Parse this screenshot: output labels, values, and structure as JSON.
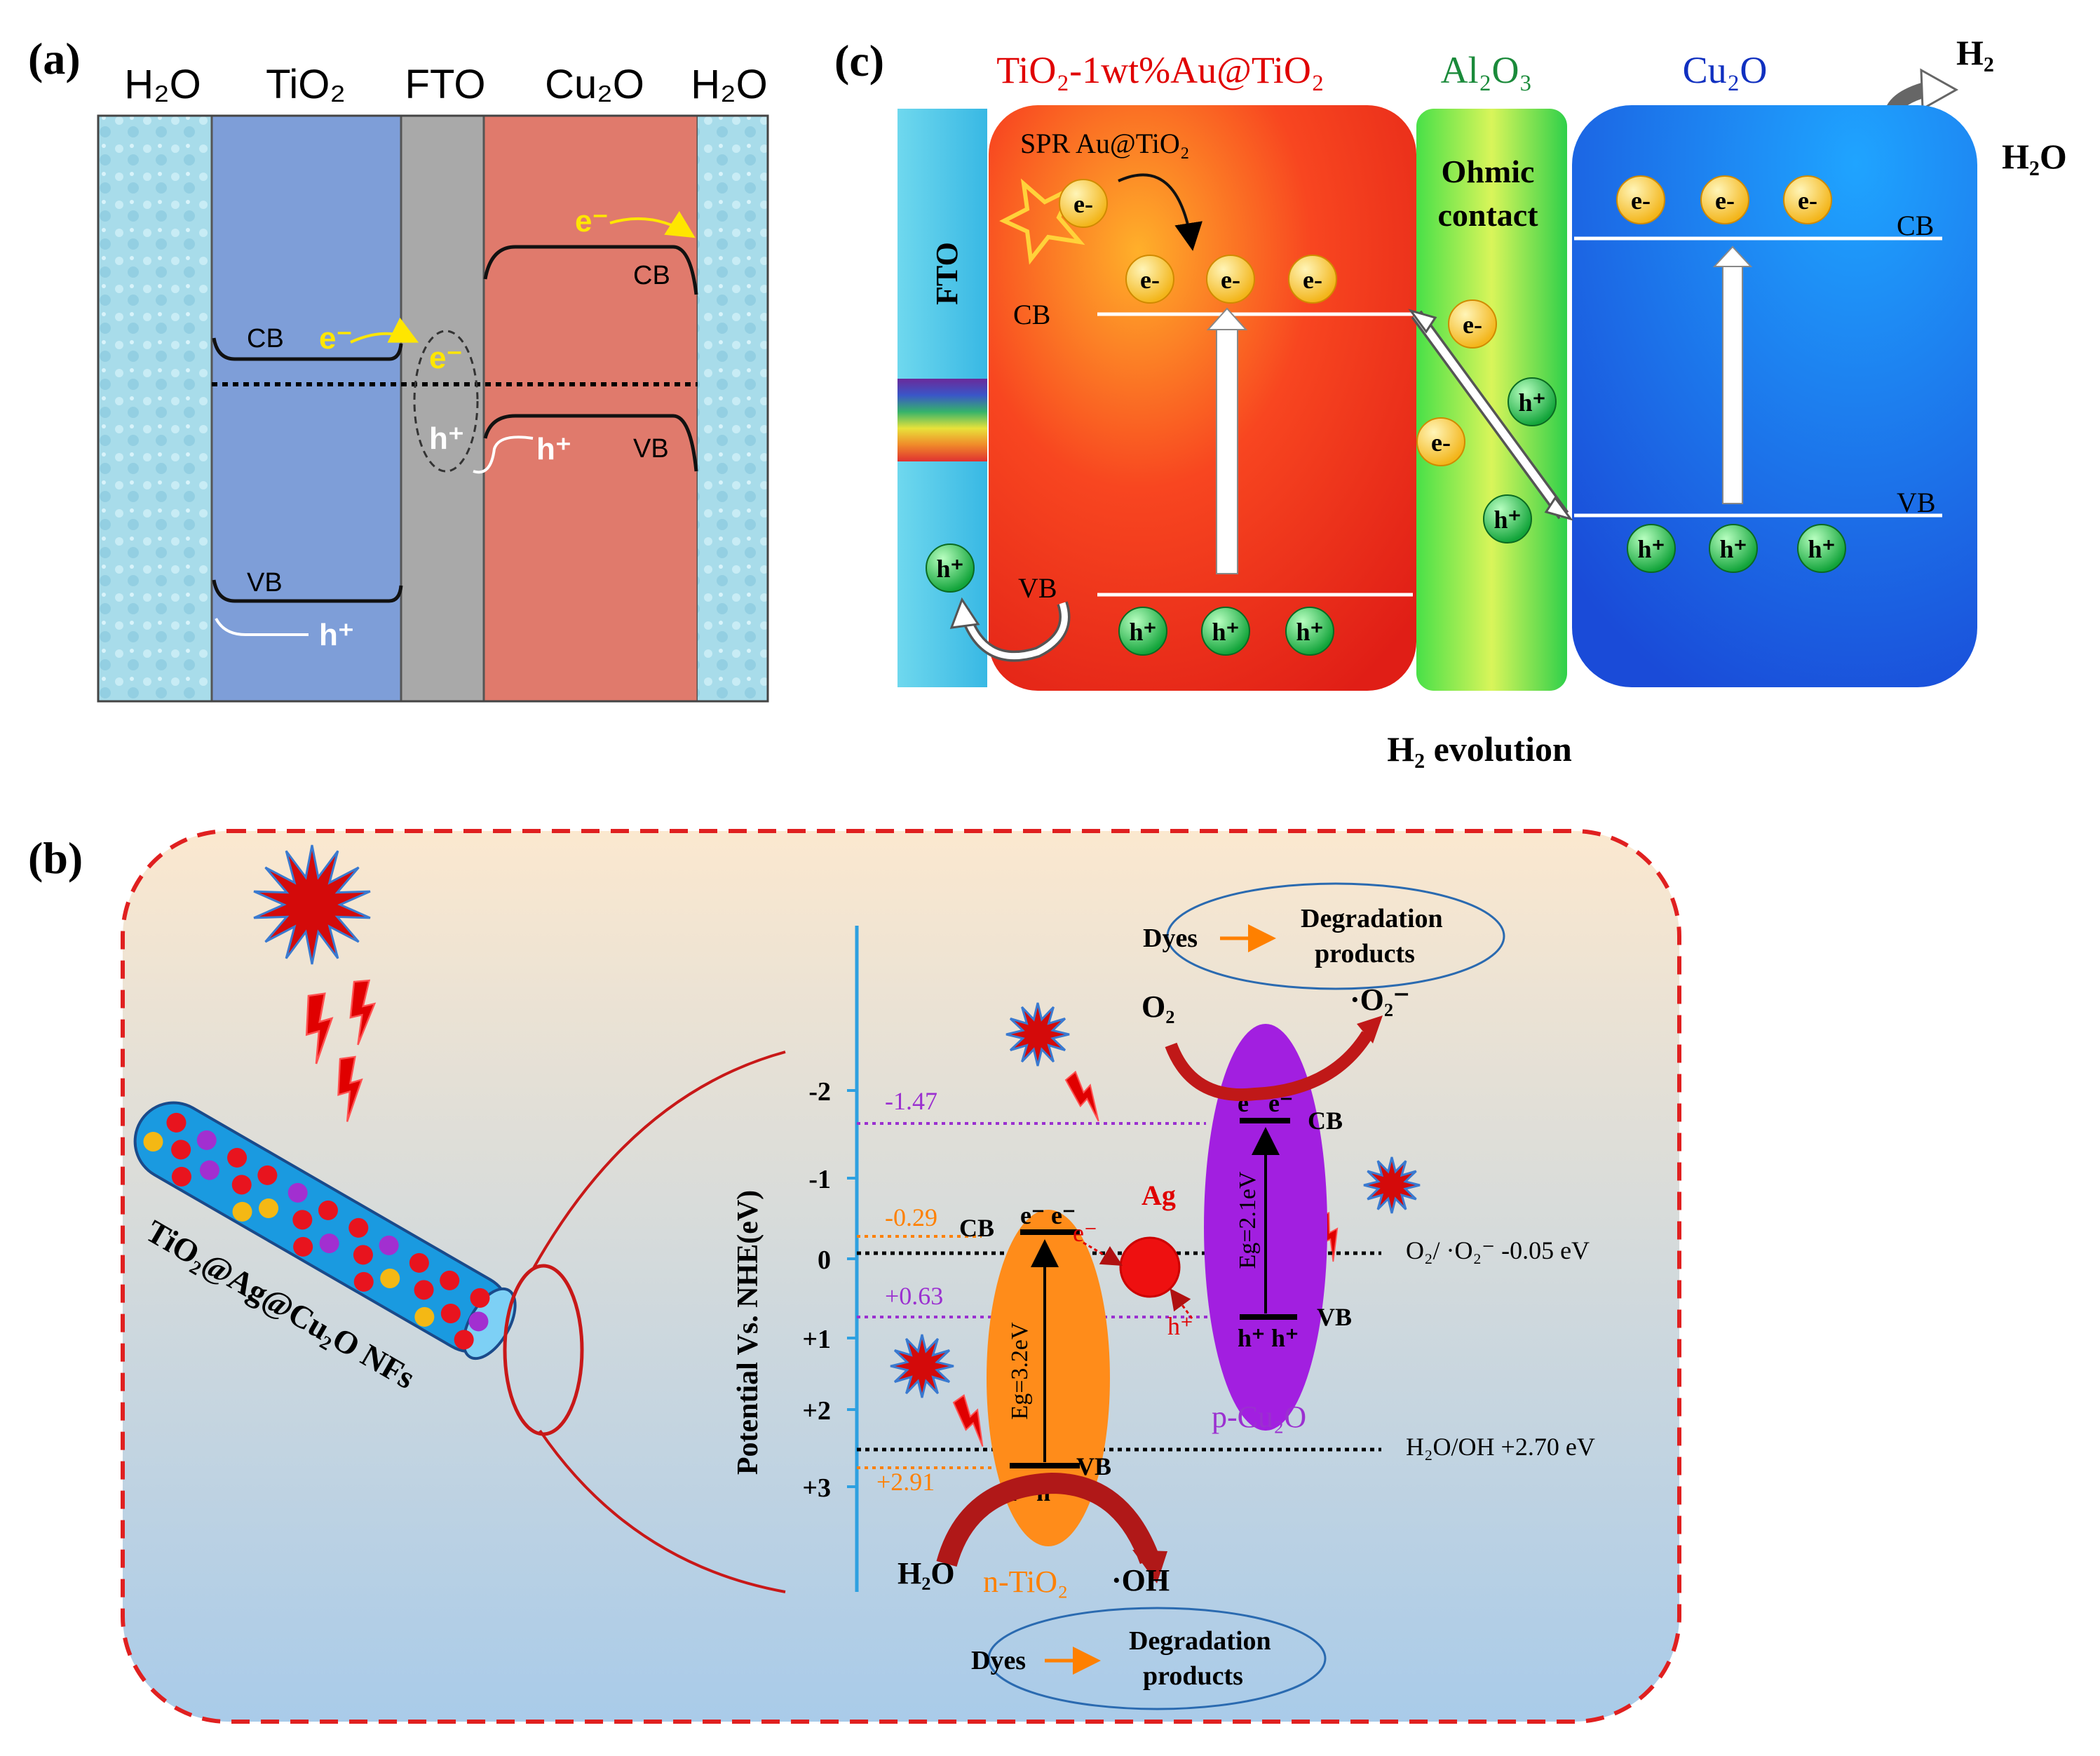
{
  "panel_a": {
    "label": "(a)",
    "headers": {
      "h2o_left": "H₂O",
      "tio2": "TiO₂",
      "fto": "FTO",
      "cu2o": "Cu₂O",
      "h2o_right": "H₂O"
    },
    "tio2_cb": "CB",
    "tio2_vb": "VB",
    "cu2o_cb": "CB",
    "cu2o_vb": "VB",
    "e_top": "e⁻",
    "e_mid": "e⁻",
    "e_fto": "e⁻",
    "h_fto": "h⁺",
    "h_cu": "h⁺",
    "h_tio2": "h⁺"
  },
  "panel_b": {
    "label": "(b)",
    "nanofiber_label": "TiO₂@Ag@Cu₂O NFs",
    "y_axis_title": "Potential Vs. NHE(eV)",
    "y_ticks": [
      "-2",
      "-1",
      "0",
      "+1",
      "+2",
      "+3"
    ],
    "levels": {
      "cu2o_cb": "-1.47",
      "tio2_cb": "-0.29",
      "cu2o_vb": "+0.63",
      "tio2_vb": "+2.91",
      "o2_ref": "O₂/ ·O₂⁻ -0.05 eV",
      "h2o_ref": "H₂O/OH +2.70 eV"
    },
    "tio2": {
      "name": "n-TiO₂",
      "gap": "Eg=3.2eV",
      "cb": "CB",
      "vb": "VB",
      "electrons": "e⁻ e⁻",
      "holes": "h⁺ h⁺"
    },
    "cu2o": {
      "name": "p-Cu₂O",
      "gap": "Eg=2.1eV",
      "cb": "CB",
      "vb": "VB",
      "electrons": "e⁻ e⁻",
      "holes": "h⁺ h⁺"
    },
    "ag": {
      "label": "Ag",
      "e": "e⁻",
      "h": "h⁺"
    },
    "reactions": {
      "o2": "O₂",
      "superoxide": "·O₂⁻",
      "h2o": "H₂O",
      "oh": "·OH"
    },
    "degradation_top": {
      "dyes": "Dyes",
      "products_1": "Degradation",
      "products_2": "products"
    },
    "degradation_bottom": {
      "dyes": "Dyes",
      "products_1": "Degradation",
      "products_2": "products"
    }
  },
  "panel_c": {
    "label": "(c)",
    "headers": {
      "tio2": "TiO₂-1wt%Au@TiO₂",
      "al2o3": "Al₂O₃",
      "cu2o": "Cu₂O"
    },
    "fto": "FTO",
    "spr": "SPR Au@TiO₂",
    "tio2_cb": "CB",
    "tio2_vb": "VB",
    "cu2o_cb": "CB",
    "cu2o_vb": "VB",
    "ohmic_1": "Ohmic",
    "ohmic_2": "contact",
    "h2": "H₂",
    "h2o": "H₂O",
    "footer": "H₂ evolution",
    "e": "e-",
    "h": "h⁺"
  },
  "colors": {
    "tio2_block": "#7e9ed8",
    "fto_block": "#a9a9a9",
    "cu2o_block": "#e07a6c",
    "water": "#a8dcea",
    "level_purple": "#9b30d0",
    "level_orange": "#ff8000",
    "red_text": "#e00000"
  }
}
